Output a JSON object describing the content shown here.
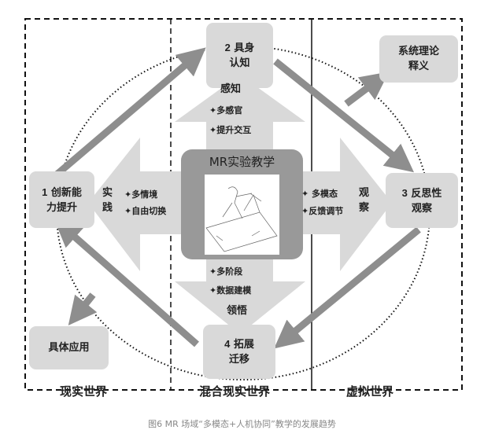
{
  "nodes": {
    "n1": {
      "num": "1",
      "line1": "创新能",
      "line2": "力提升"
    },
    "n2": {
      "num": "2",
      "line1": "具身",
      "line2": "认知"
    },
    "n3": {
      "num": "3",
      "line1": "反思性",
      "line2": "观察"
    },
    "n4": {
      "num": "4",
      "line1": "拓展",
      "line2": "迁移"
    },
    "theory": {
      "line1": "系统理论",
      "line2": "释义"
    },
    "application": "具体应用"
  },
  "center": {
    "title": "MR实验教学"
  },
  "arrows": {
    "up": {
      "label": "感知",
      "items": [
        "✦多感官",
        "✦提升交互"
      ]
    },
    "left": {
      "label1": "实",
      "label2": "践",
      "items": [
        "✦多情境",
        "✦自由切换"
      ]
    },
    "right": {
      "label1": "观",
      "label2": "察",
      "items": [
        "✦ 多模态",
        "✦反馈调节"
      ]
    },
    "down": {
      "label": "领悟",
      "items": [
        "✦多阶段",
        "✦数据建模"
      ]
    }
  },
  "worlds": [
    "现实世界",
    "混合现实世界",
    "虚拟世界"
  ],
  "caption": "图6 MR 场域“多模态+人机协同”教学的发展趋势",
  "colors": {
    "light": "#d9d9d9",
    "dark": "#8e8e8e",
    "frame": "#111111"
  }
}
